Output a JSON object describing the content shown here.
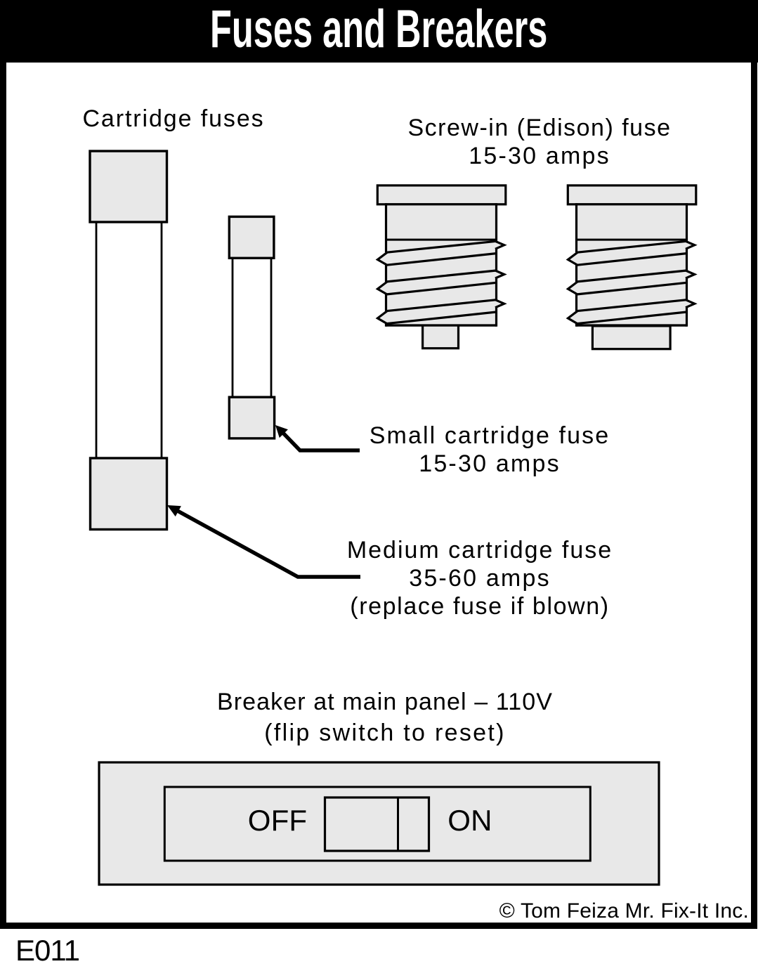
{
  "title": "Fuses and Breakers",
  "figure_id": "E011",
  "copyright": "© Tom Feiza Mr. Fix-It Inc.",
  "labels": {
    "cartridge_fuses": "Cartridge fuses",
    "screw_in": [
      "Screw-in (Edison) fuse",
      "15-30 amps"
    ],
    "small_cartridge": [
      "Small cartridge fuse",
      "15-30 amps"
    ],
    "medium_cartridge": [
      "Medium cartridge fuse",
      "35-60 amps",
      "(replace fuse if blown)"
    ],
    "breaker": [
      "Breaker at main panel – 110V",
      "(flip switch to reset)"
    ],
    "switch_off": "OFF",
    "switch_on": "ON"
  },
  "colors": {
    "banner": "#000000",
    "paper": "#ffffff",
    "line": "#000000",
    "metal_fill": "#e8e8e8",
    "title_text": "#ffffff"
  }
}
